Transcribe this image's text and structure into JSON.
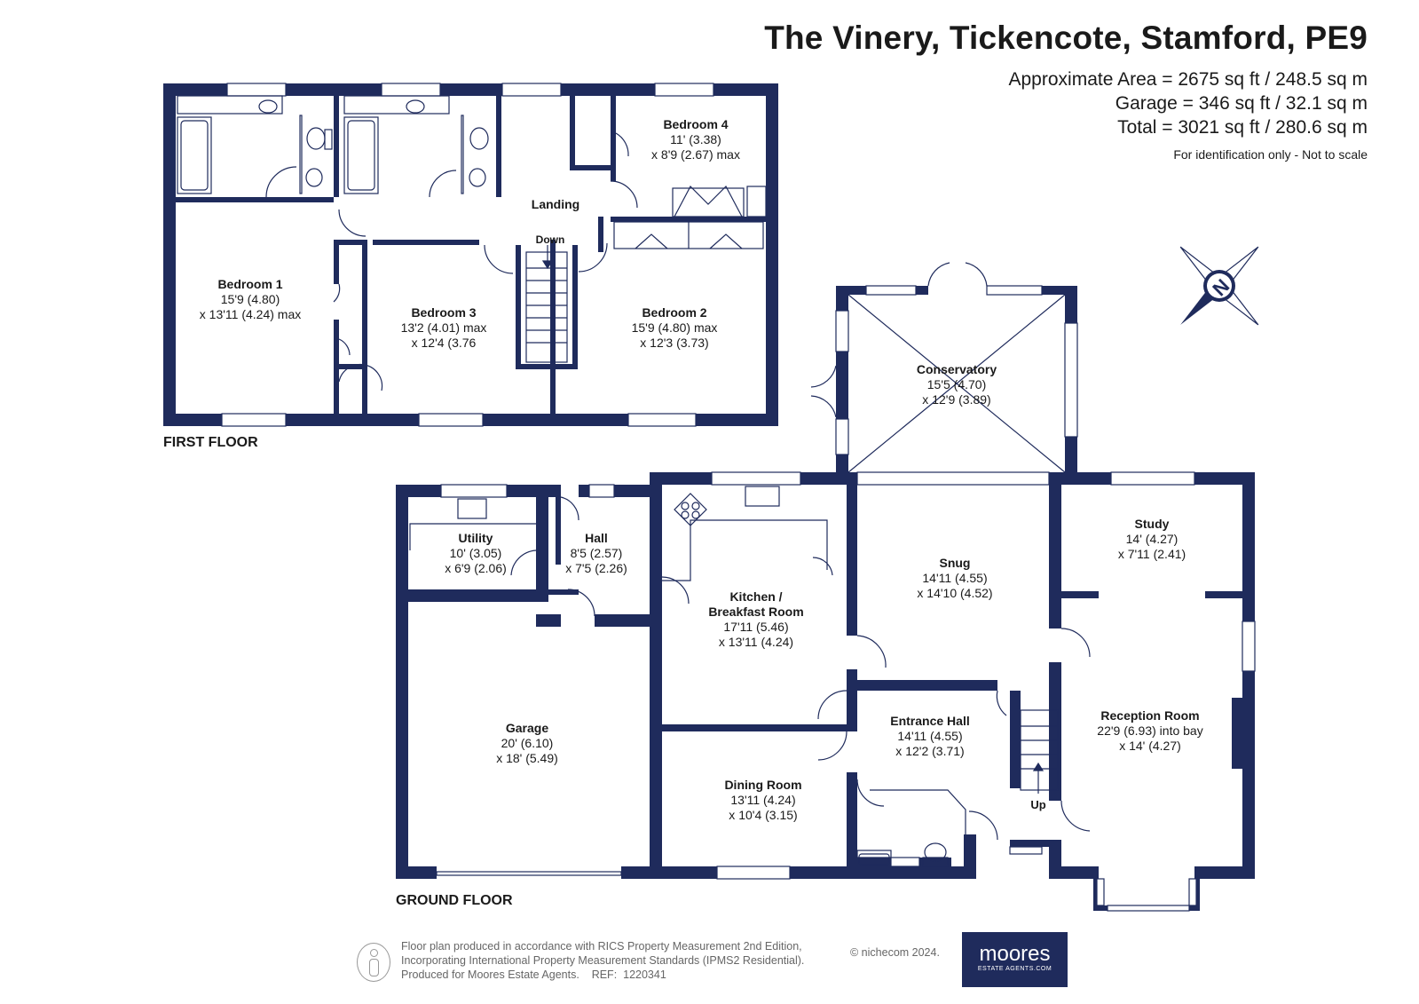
{
  "header": {
    "title": "The Vinery, Tickencote, Stamford, PE9",
    "area_lines": [
      "Approximate Area = 2675 sq ft / 248.5 sq m",
      "Garage = 346 sq ft / 32.1 sq m",
      "Total = 3021 sq ft / 280.6 sq m"
    ],
    "disclaimer": "For identification only - Not to scale"
  },
  "floors": {
    "first": "FIRST FLOOR",
    "ground": "GROUND FLOOR"
  },
  "rooms": {
    "bedroom1": {
      "name": "Bedroom 1",
      "l1": "15'9 (4.80)",
      "l2": "x 13'11 (4.24) max"
    },
    "bedroom3": {
      "name": "Bedroom 3",
      "l1": "13'2 (4.01) max",
      "l2": "x 12'4 (3.76"
    },
    "bedroom2": {
      "name": "Bedroom 2",
      "l1": "15'9 (4.80) max",
      "l2": "x 12'3 (3.73)"
    },
    "bedroom4": {
      "name": "Bedroom 4",
      "l1": "11' (3.38)",
      "l2": "x 8'9 (2.67) max"
    },
    "landing": {
      "name": "Landing"
    },
    "down": {
      "name": "Down"
    },
    "conservatory": {
      "name": "Conservatory",
      "l1": "15'5 (4.70)",
      "l2": "x 12'9 (3.89)"
    },
    "utility": {
      "name": "Utility",
      "l1": "10' (3.05)",
      "l2": "x 6'9 (2.06)"
    },
    "hall": {
      "name": "Hall",
      "l1": "8'5 (2.57)",
      "l2": "x 7'5 (2.26)"
    },
    "kitchen": {
      "name1": "Kitchen /",
      "name2": "Breakfast Room",
      "l1": "17'11 (5.46)",
      "l2": "x 13'11 (4.24)"
    },
    "snug": {
      "name": "Snug",
      "l1": "14'11 (4.55)",
      "l2": "x 14'10 (4.52)"
    },
    "study": {
      "name": "Study",
      "l1": "14' (4.27)",
      "l2": "x 7'11 (2.41)"
    },
    "garage": {
      "name": "Garage",
      "l1": "20' (6.10)",
      "l2": "x 18' (5.49)"
    },
    "entrance": {
      "name": "Entrance Hall",
      "l1": "14'11 (4.55)",
      "l2": "x 12'2 (3.71)"
    },
    "reception": {
      "name": "Reception Room",
      "l1": "22'9 (6.93) into bay",
      "l2": "x 14' (4.27)"
    },
    "dining": {
      "name": "Dining Room",
      "l1": "13'11 (4.24)",
      "l2": "x 10'4 (3.15)"
    },
    "up": {
      "name": "Up"
    }
  },
  "compass": {
    "letter": "N",
    "icon": "compass-icon"
  },
  "footer": {
    "lines": [
      "Floor plan produced in accordance with RICS Property Measurement 2nd Edition,",
      "Incorporating International Property Measurement Standards (IPMS2 Residential).",
      "Produced for Moores Estate Agents.    REF:  1220341"
    ],
    "copyright": "© nichecom 2024.",
    "logo_main": "moores",
    "logo_sub": "ESTATE AGENTS.COM",
    "person_icon": "person-icon"
  },
  "colors": {
    "wall": "#1f2b5c",
    "text": "#1a1a1a",
    "footer_text": "#666666"
  }
}
